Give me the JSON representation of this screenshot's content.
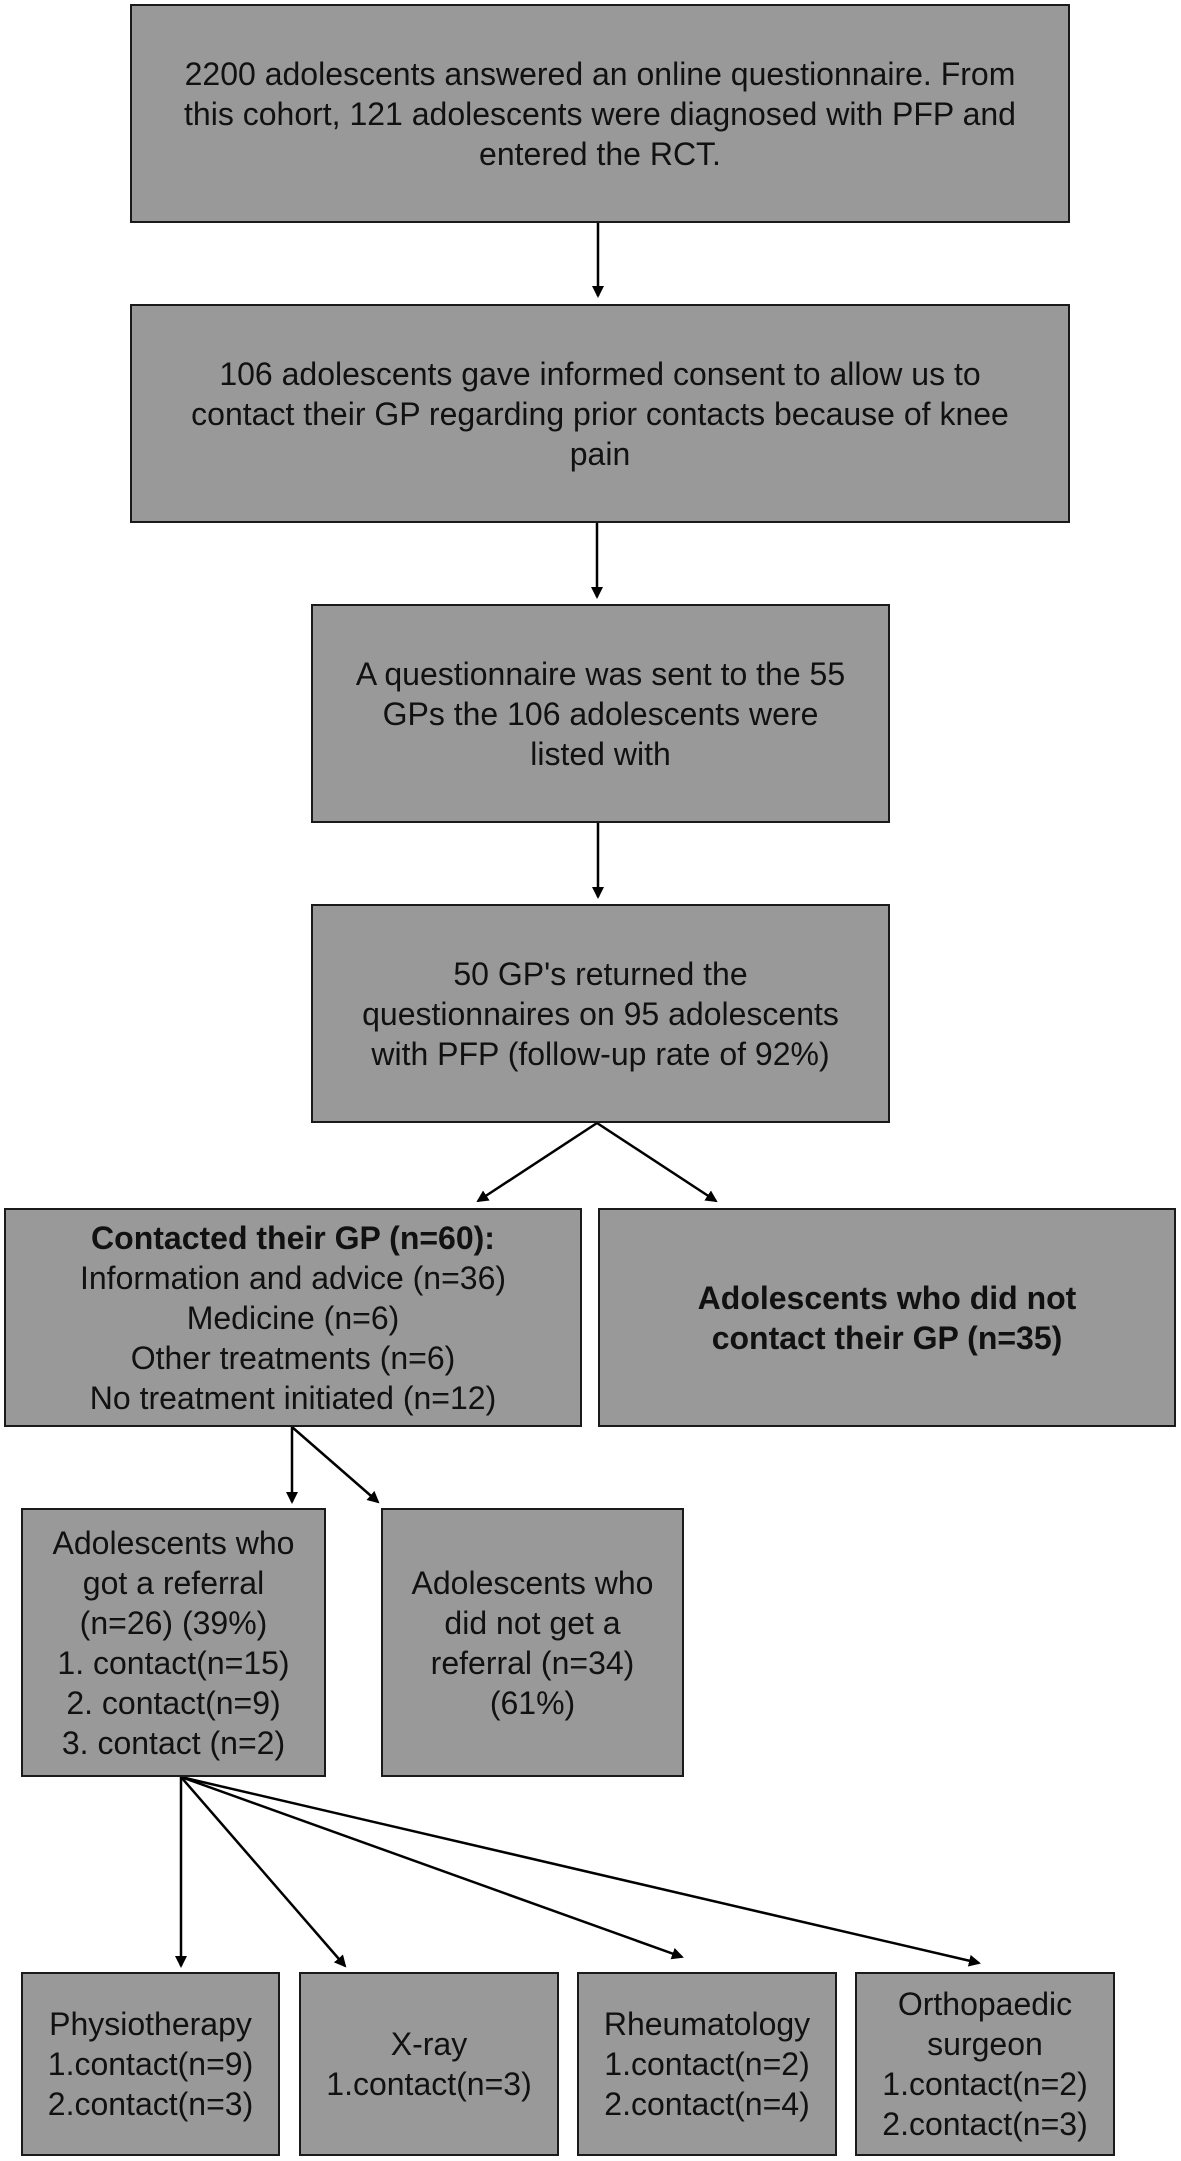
{
  "boxes": {
    "cohort": {
      "lines": [
        "2200 adolescents answered an online questionnaire. From",
        "this cohort, 121 adolescents were diagnosed with PFP and",
        "entered the RCT."
      ]
    },
    "consent": {
      "lines": [
        "106 adolescents gave informed consent to allow us to",
        "contact their GP regarding prior contacts because of knee",
        "pain"
      ]
    },
    "questionnaire_sent": {
      "lines": [
        "A questionnaire was sent to the 55",
        "GPs the 106 adolescents were",
        "listed with"
      ]
    },
    "returned": {
      "lines": [
        "50 GP's returned the",
        "questionnaires on 95 adolescents",
        "with PFP (follow-up rate of 92%)"
      ]
    },
    "contacted_gp": {
      "heading": "Contacted their GP (n=60):",
      "lines": [
        "Information and advice (n=36)",
        "Medicine (n=6)",
        "Other treatments (n=6)",
        "No treatment initiated (n=12)"
      ]
    },
    "not_contacted_gp": {
      "lines": [
        "Adolescents who did not",
        "contact their GP (n=35)"
      ]
    },
    "referral": {
      "lines": [
        "Adolescents who",
        "got a referral",
        "(n=26) (39%)",
        "1. contact(n=15)",
        "2. contact(n=9)",
        "3. contact (n=2)"
      ]
    },
    "no_referral": {
      "lines": [
        "Adolescents who",
        "did not get a",
        "referral  (n=34)",
        "(61%)"
      ]
    },
    "physiotherapy": {
      "lines": [
        "Physiotherapy",
        "1.contact(n=9)",
        "2.contact(n=3)"
      ]
    },
    "xray": {
      "lines": [
        "X-ray",
        "1.contact(n=3)"
      ]
    },
    "rheumatology": {
      "lines": [
        "Rheumatology",
        "1.contact(n=2)",
        "2.contact(n=4)"
      ]
    },
    "orthopaedic": {
      "lines": [
        "Orthopaedic",
        "surgeon",
        "1.contact(n=2)",
        "2.contact(n=3)"
      ]
    }
  }
}
